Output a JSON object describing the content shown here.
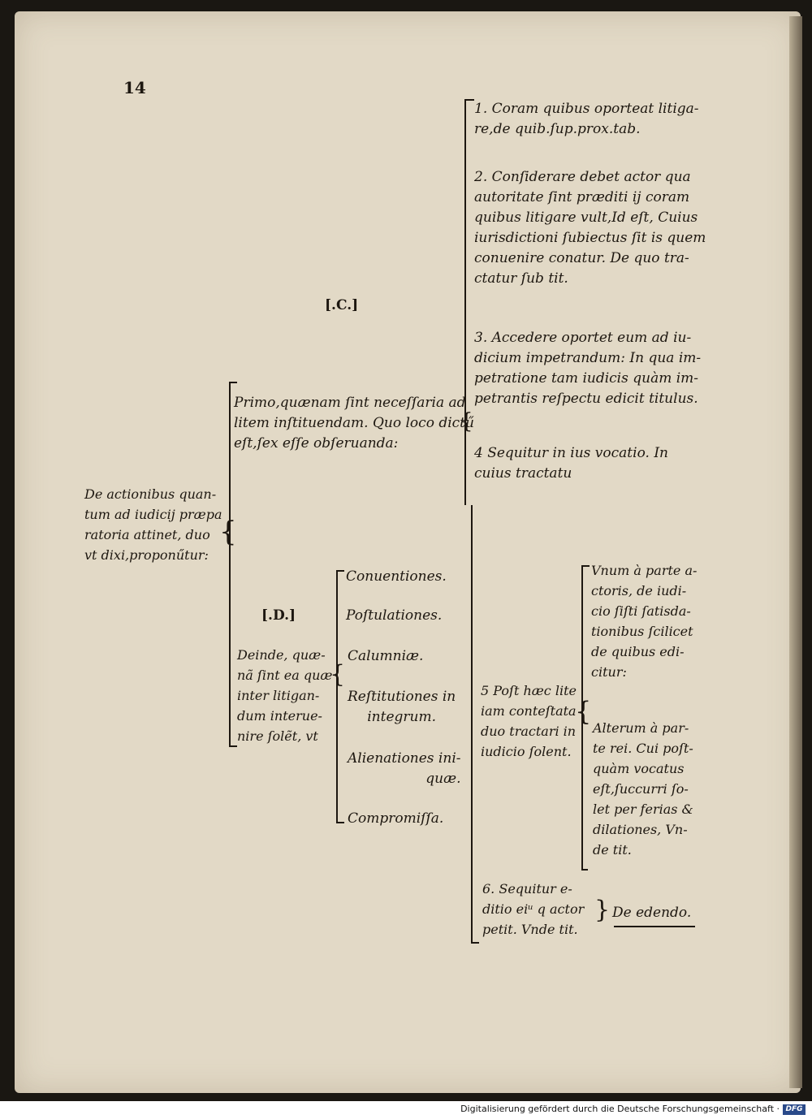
{
  "page_number": "14",
  "marks": {
    "c": "[.C.]",
    "d": "[.D.]"
  },
  "root": "De actionibus quan-\ntum ad iudicij præpa\nratoria attinet, duo\nvt dixi,proponűtur:",
  "primo": "Primo,quænam ſint neceſſaria ad\nlitem inſtituendam. Quo loco dictű\neſt,ſex eſſe obſeruanda:",
  "deinde": "Deinde, quæ-\nnã ſint ea quæ\ninter litigan-\ndum interue-\nnire ſolẽt, vt",
  "items": {
    "i1": "1.  Coram quibus oporteat litiga-\nre,de quib.ſup.prox.tab.",
    "i2": "2.  Conſiderare debet actor qua\nautoritate ſint præditi ij coram\nquibus litigare vult,Id eſt, Cuius\niurisdictioni ſubiectus ſit is quem\nconuenire conatur.  De quo tra-\nctatur ſub tit.",
    "i3": "3.  Accedere oportet eum ad iu-\ndicium impetrandum: In qua im-\npetratione tam iudicis quàm im-\npetrantis reſpectu edicit titulus.",
    "i4": "4   Sequitur in ius vocatio.  In\ncuius tractatu",
    "i5": "5 Poſt hæc lite\niam conteſtata\nduo tractari in\niudicio ſolent.",
    "i6": "6. Sequitur e-\nditio eiᵘ q actor\npetit. Vnde tit."
  },
  "d_list": [
    "Conuentiones.",
    "Poſtulationes.",
    "Calumniæ.",
    "Reſtitutiones in\nintegrum.",
    "Alienationes ini-\nquæ.",
    "Compromiſſa."
  ],
  "sub5a": "Vnum à parte a-\nctoris, de iudi-\ncio ſiſti ſatisda-\ntionibus ſcilicet\nde quibus edi-\ncitur:",
  "sub5b": "Alterum à par-\nte rei. Cui poſt-\nquàm vocatus\neſt,ſuccurri ſo-\nlet per ferias &\ndilationes, Vn-\nde tit.",
  "sub6": "De edendo.",
  "footer": {
    "text": "Digitalisierung gefördert durch die Deutsche Forschungsgemeinschaft ·",
    "logo": "DFG"
  },
  "colors": {
    "paper": "#e2d9c6",
    "ink": "#1d1710",
    "background": "#1a1712"
  }
}
